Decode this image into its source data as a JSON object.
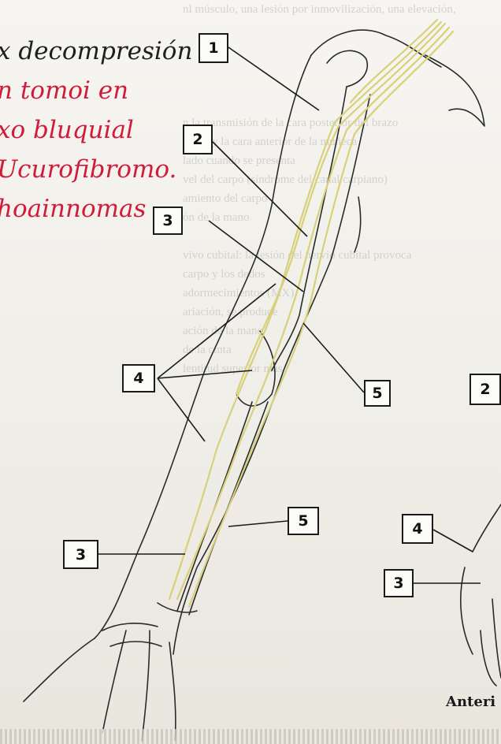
{
  "handwritten_notes": {
    "lines": [
      "x decompresión",
      "n tomoi en",
      "xo bluquial",
      "Ucurofibromo.",
      "hoainnomas"
    ]
  },
  "background_text": [
    "nl músculo, una lesión por inmovilización, una elevación,",
    "",
    "",
    "",
    "",
    "",
    "n la transmisión de la cara posterior del brazo",
    "carpo y la cara anterior de la muñeca",
    "lado cuando se presenta",
    "vel del carpo (síndrome del canal carpiano)",
    "amiento del carpo",
    "ón de la mano",
    "",
    "vivo cubital: la lesión del nervio cubital provoca",
    "carpo y los dedos",
    "adormecimientos (MX)",
    "ariación, se produce",
    "ación de la mano",
    "de la cinta",
    "lentitud superior más"
  ],
  "labels": [
    {
      "id": "label-1-shoulder",
      "text": "1"
    },
    {
      "id": "label-2-arm",
      "text": "2"
    },
    {
      "id": "label-3-arm",
      "text": "3"
    },
    {
      "id": "label-4-arm",
      "text": "4"
    },
    {
      "id": "label-5-elbow",
      "text": "5"
    },
    {
      "id": "label-5-forearm",
      "text": "5"
    },
    {
      "id": "label-3-forearm",
      "text": "3"
    },
    {
      "id": "label-2-right-edge",
      "text": "2"
    },
    {
      "id": "label-4-right-hand",
      "text": "4"
    },
    {
      "id": "label-3-right-hand",
      "text": "3"
    }
  ],
  "caption": "Anteri",
  "colors": {
    "nerve": "#d9d07a",
    "outline": "#2a2a2a",
    "handwriting_red": "#d11b3a",
    "handwriting_black": "#1f1f1f"
  }
}
